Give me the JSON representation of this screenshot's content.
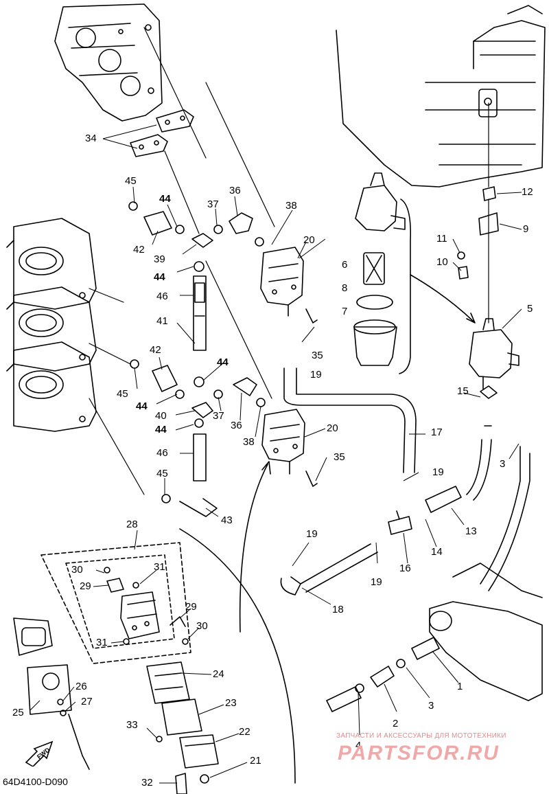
{
  "diagram_code": "64D4100-D090",
  "watermark": {
    "tagline": "ЗАПЧАСТИ И АКСЕССУАРЫ ДЛЯ МОТОТЕХНИКИ",
    "logo_text": "PARTSFOR.RU"
  },
  "fwd_label": "FWD",
  "callouts": [
    "1",
    "2",
    "3",
    "3",
    "4",
    "5",
    "6",
    "7",
    "8",
    "9",
    "10",
    "11",
    "12",
    "13",
    "14",
    "15",
    "16",
    "17",
    "18",
    "19",
    "19",
    "19",
    "19",
    "20",
    "20",
    "21",
    "22",
    "23",
    "24",
    "25",
    "26",
    "27",
    "28",
    "29",
    "29",
    "30",
    "30",
    "31",
    "31",
    "32",
    "33",
    "34",
    "35",
    "35",
    "36",
    "36",
    "37",
    "37",
    "38",
    "38",
    "39",
    "40",
    "41",
    "42",
    "42",
    "43",
    "44",
    "44",
    "44",
    "44",
    "44",
    "45",
    "45",
    "45",
    "46",
    "46"
  ],
  "icons": [
    "fwd-arrow-icon"
  ]
}
